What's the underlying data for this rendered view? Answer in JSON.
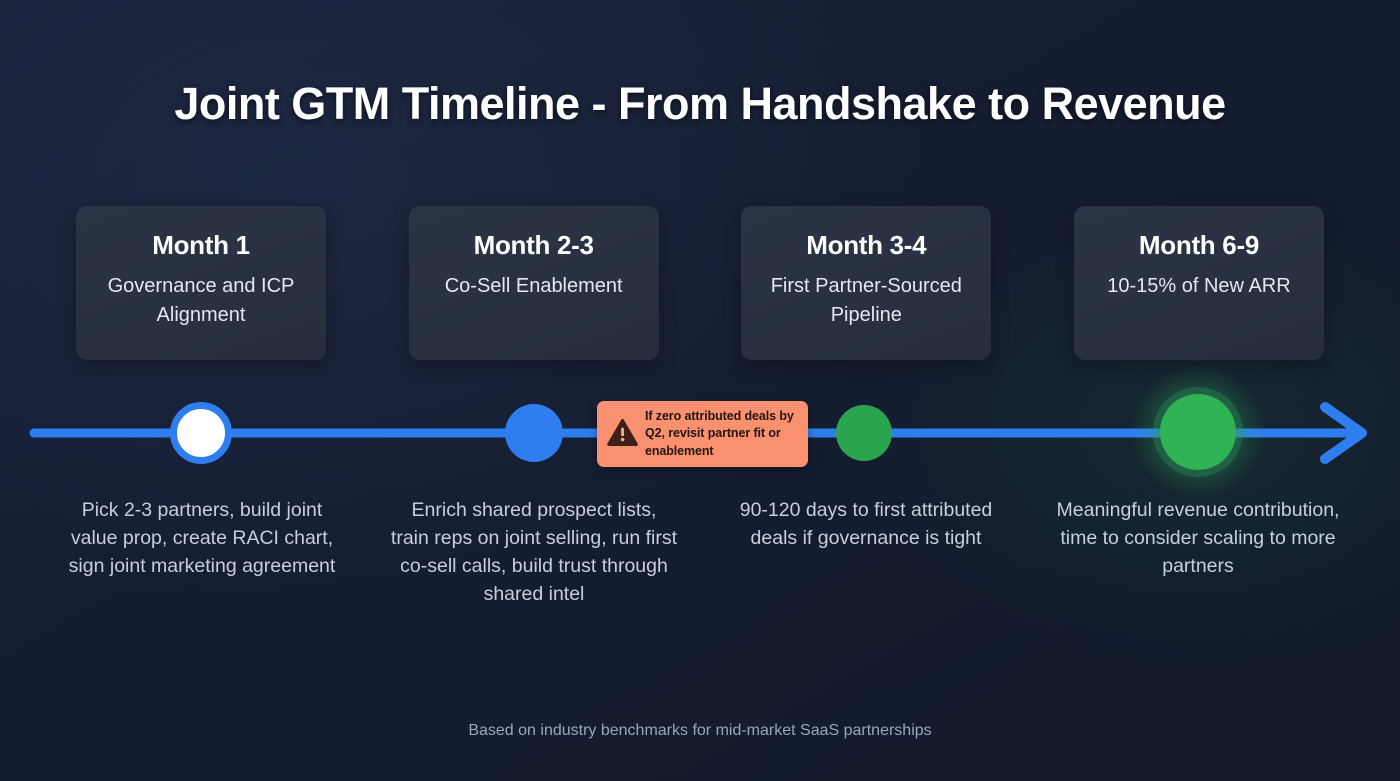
{
  "title": "Joint GTM Timeline - From Handshake to Revenue",
  "footer": "Based on industry benchmarks for mid-market SaaS partnerships",
  "colors": {
    "background": "#151d31",
    "card_bg": "#2b3445",
    "timeline_blue": "#2f7ef0",
    "node_white": "#ffffff",
    "node_green": "#2aa44f",
    "node_green_bright": "#2fb355",
    "warning_bg": "#f9906f",
    "warning_fg": "#241512",
    "title_color": "#ffffff",
    "desc_color": "#c7cfdd",
    "footer_color": "#9aa6ba"
  },
  "milestones": [
    {
      "card_title": "Month 1",
      "card_sub": "Governance and ICP Alignment",
      "description": "Pick 2-3 partners, build joint value prop, create RACI chart, sign joint marketing agreement",
      "node_style": "white-ring"
    },
    {
      "card_title": "Month 2-3",
      "card_sub": "Co-Sell Enablement",
      "description": "Enrich shared prospect lists, train reps on joint selling, run first co-sell calls, build trust through shared intel",
      "node_style": "blue-filled"
    },
    {
      "card_title": "Month 3-4",
      "card_sub": "First Partner-Sourced Pipeline",
      "description": "90-120 days to first attributed deals if governance is tight",
      "node_style": "green-filled"
    },
    {
      "card_title": "Month 6-9",
      "card_sub": "10-15% of New ARR",
      "description": "Meaningful revenue contribution, time to consider scaling to more partners",
      "node_style": "green-glow"
    }
  ],
  "warning": {
    "icon": "warning-triangle-icon",
    "text": "If zero attributed deals by Q2, revisit partner fit or enablement"
  }
}
